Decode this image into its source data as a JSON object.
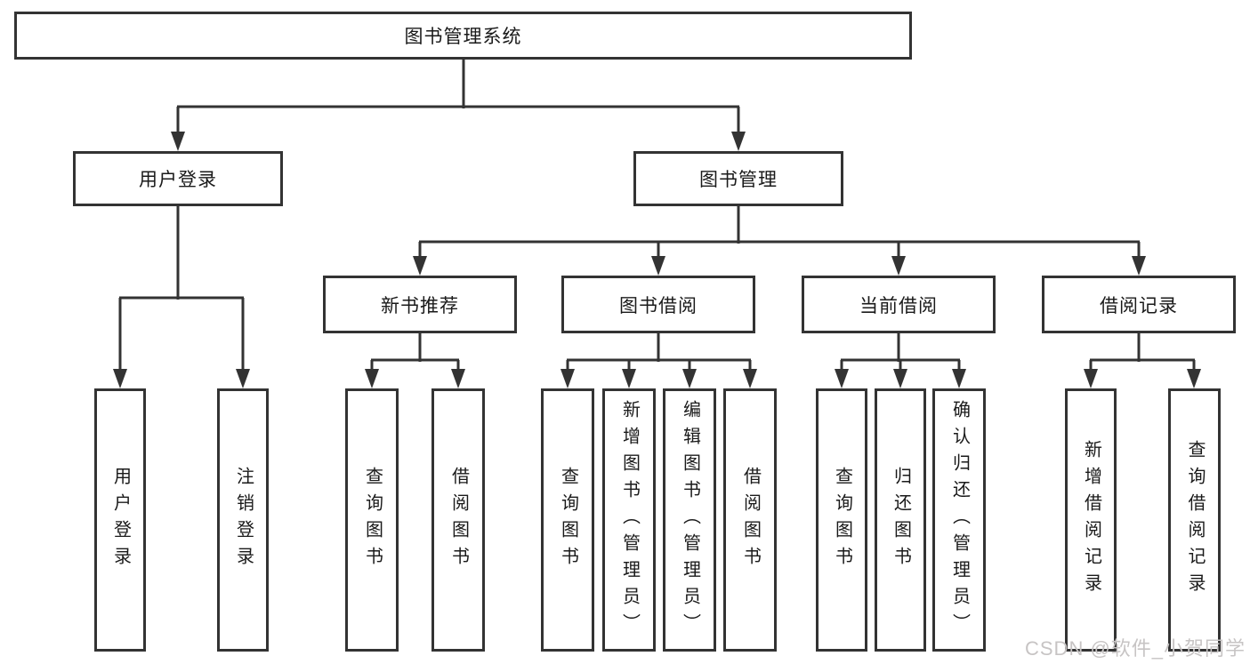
{
  "tree": {
    "root": {
      "label": "图书管理系统"
    },
    "user_login": {
      "label": "用户登录",
      "children": [
        {
          "label": "用户登录"
        },
        {
          "label": "注销登录"
        }
      ]
    },
    "book_management": {
      "label": "图书管理",
      "groups": [
        {
          "label": "新书推荐",
          "children": [
            {
              "label": "查询图书"
            },
            {
              "label": "借阅图书"
            }
          ]
        },
        {
          "label": "图书借阅",
          "children": [
            {
              "label": "查询图书"
            },
            {
              "label": "新增图书（管理员）"
            },
            {
              "label": "编辑图书（管理员）"
            },
            {
              "label": "借阅图书"
            }
          ]
        },
        {
          "label": "当前借阅",
          "children": [
            {
              "label": "查询图书"
            },
            {
              "label": "归还图书"
            },
            {
              "label": "确认归还（管理员）"
            }
          ]
        },
        {
          "label": "借阅记录",
          "children": [
            {
              "label": "新增借阅记录"
            },
            {
              "label": "查询借阅记录"
            }
          ]
        }
      ]
    }
  },
  "watermark": "CSDN @软件_小贺同学",
  "colors": {
    "line": "#333333",
    "text": "#1a1a1a",
    "watermark": "#c7c4c4",
    "background": "#ffffff"
  }
}
